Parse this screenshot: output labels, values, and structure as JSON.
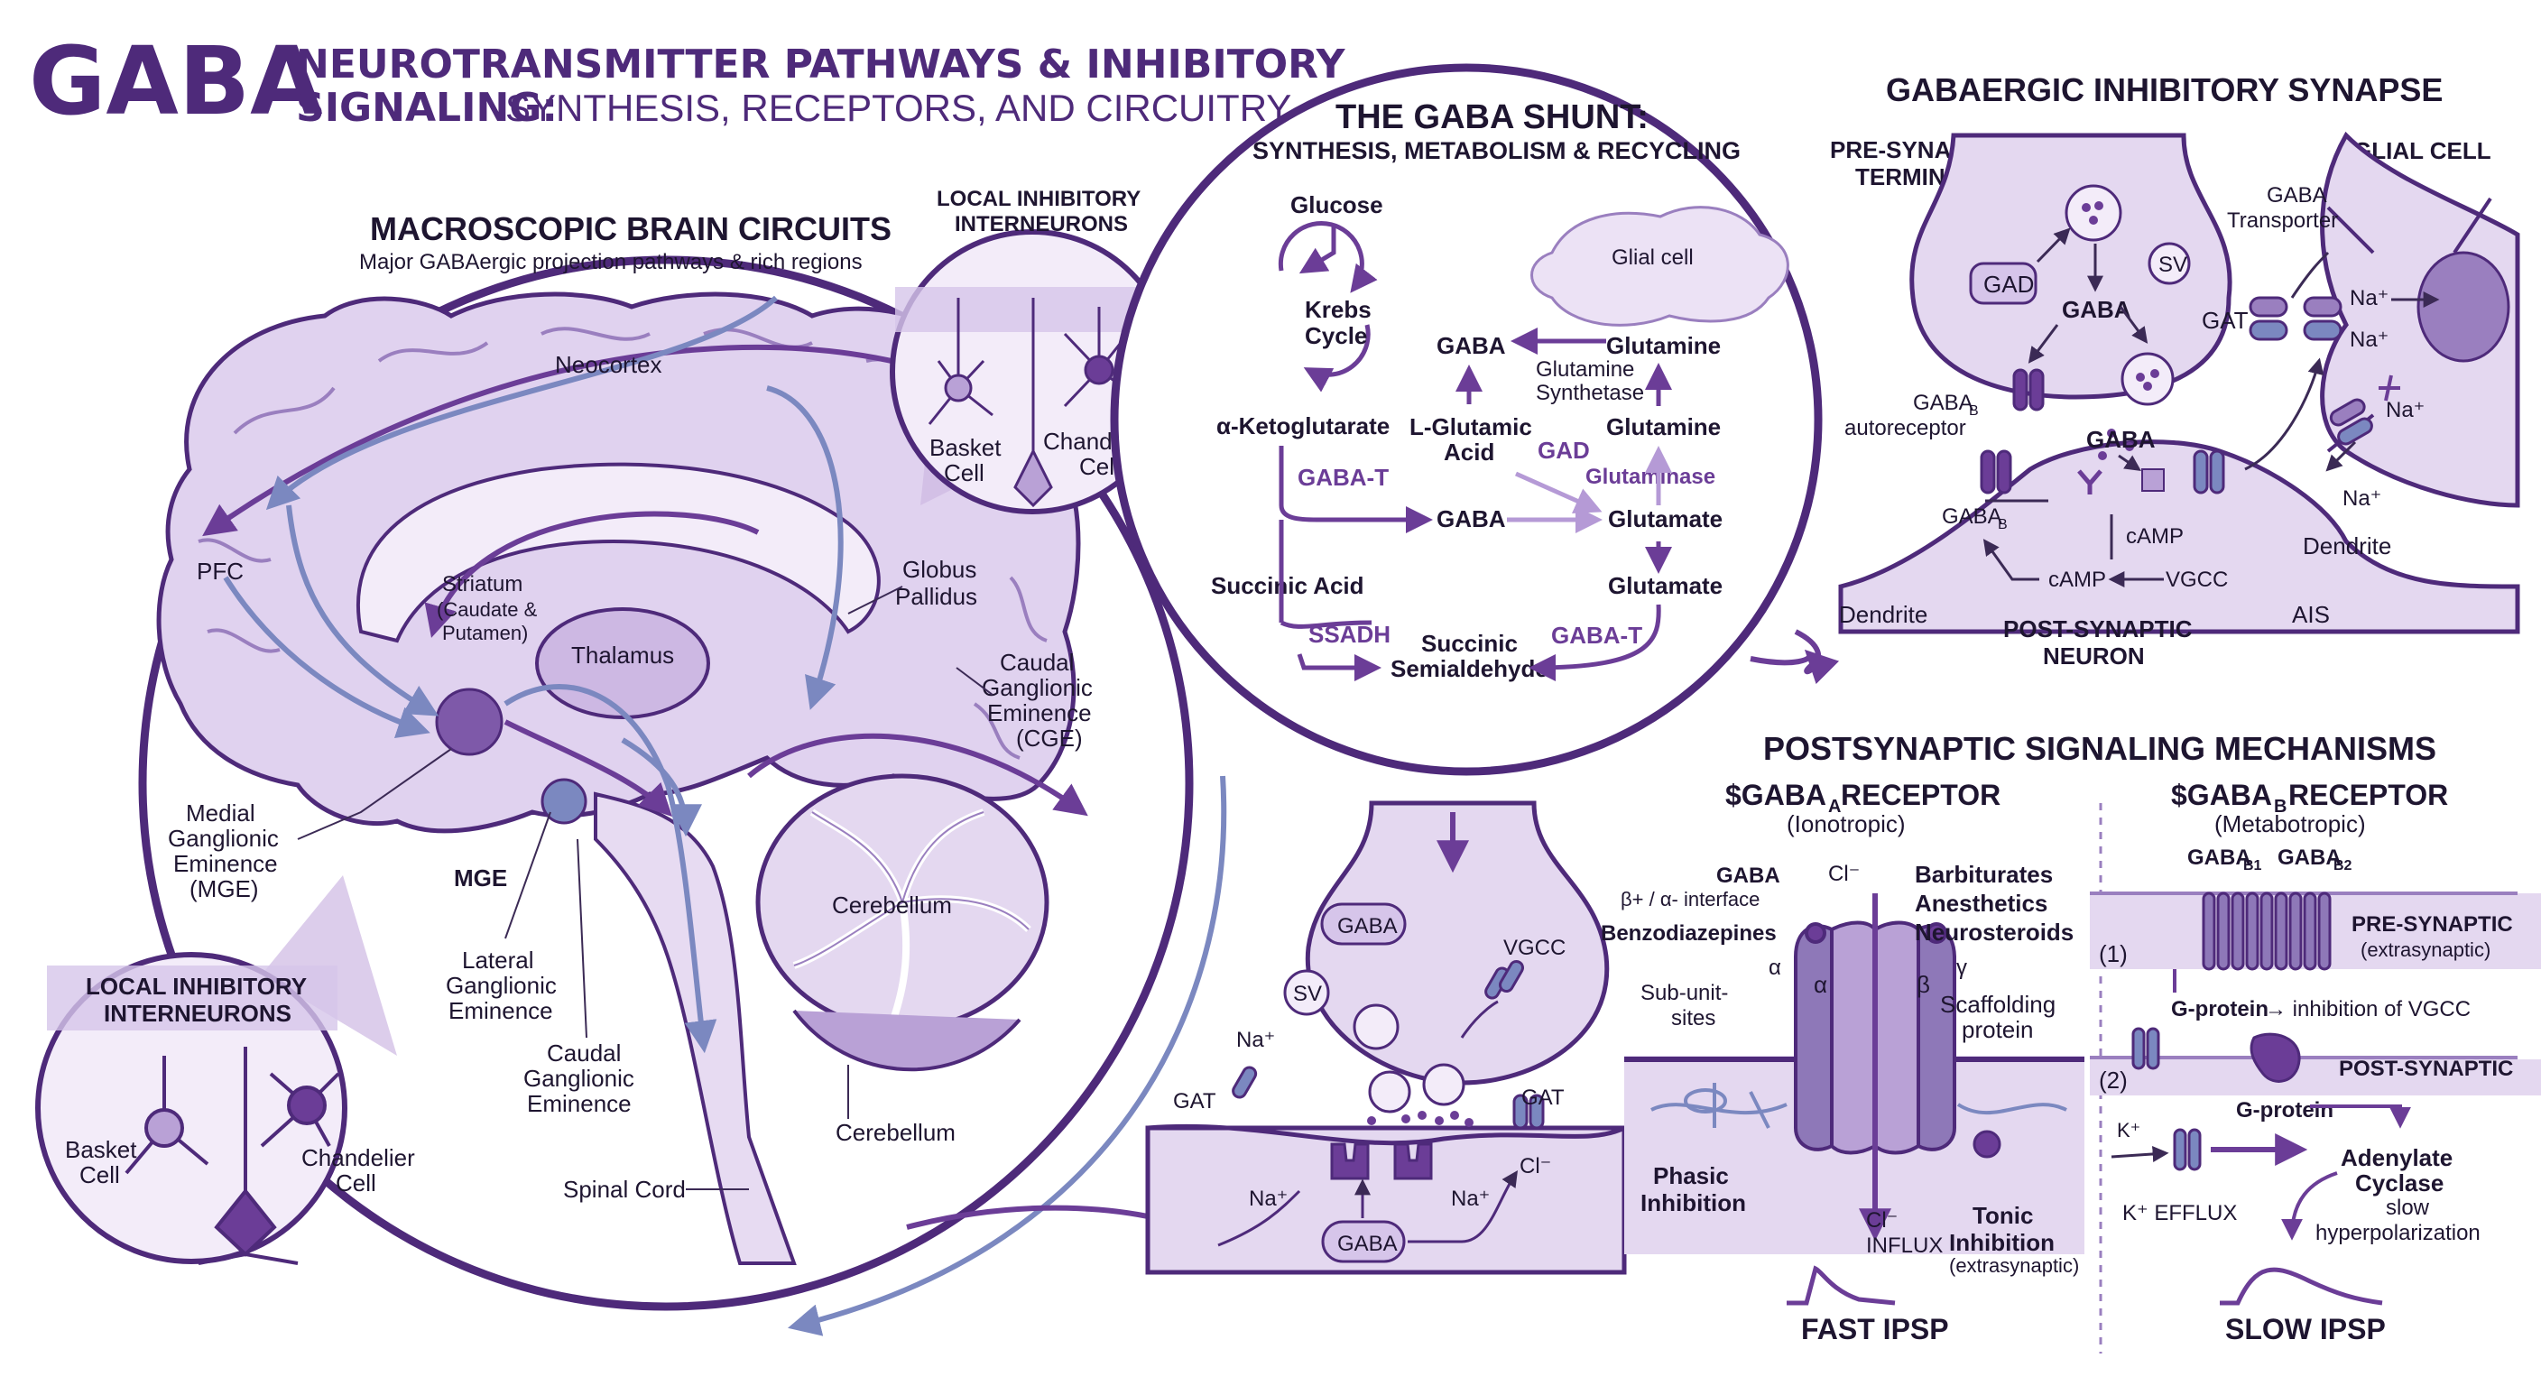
{
  "colors": {
    "accent": "#4e2a7a",
    "purple": "#6b3d97",
    "lavender": "#d9c9ea",
    "light": "#eee6f6",
    "blue_gray": "#7b88c0",
    "outline": "#3b2a55"
  },
  "title": {
    "big": "GABA",
    "line1": "NEUROTRANSMITTER PATHWAYS & INHIBITORY",
    "line2_bold": "SIGNALING:",
    "line2_rest": " SYNTHESIS, RECEPTORS, AND CIRCUITRY"
  },
  "brain": {
    "title": "MACROSCOPIC BRAIN CIRCUITS",
    "subtitle": "Major GABAergic projection pathways & rich regions",
    "labels": {
      "neocortex": "Neocortex",
      "pfc": "PFC",
      "striatum1": "Striatum",
      "striatum2": "(Caudate &",
      "striatum3": "Putamen)",
      "thalamus": "Thalamus",
      "globus1": "Globus",
      "globus2": "Pallidus",
      "caudal_r1": "Caudal",
      "caudal_r2": "Ganglionic",
      "caudal_r3": "Eminence",
      "caudal_r4": "(CGE)",
      "mge1": "Medial",
      "mge2": "Ganglionic",
      "mge3": "Eminence",
      "mge4": "(MGE)",
      "mge_short": "MGE",
      "lat1": "Lateral",
      "lat2": "Ganglionic",
      "lat3": "Eminence",
      "caud1": "Caudal",
      "caud2": "Ganglionic",
      "caud3": "Eminence",
      "cerebellum": "Cerebellum",
      "cerebellum2": "Cerebellum",
      "spinal": "Spinal Cord"
    }
  },
  "interneurons_top": {
    "title1": "LOCAL INHIBITORY",
    "title2": "INTERNEURONS",
    "basket1": "Basket",
    "basket2": "Cell",
    "chand1": "Chandelier",
    "chand2": "Cell"
  },
  "interneurons_bottom": {
    "title1": "LOCAL INHIBITORY",
    "title2": "INTERNEURONS",
    "basket1": "Basket",
    "basket2": "Cell",
    "chand1": "Chandelier",
    "chand2": "Cell"
  },
  "shunt": {
    "title": "THE GABA SHUNT:",
    "subtitle": "SYNTHESIS, METABOLISM & RECYCLING",
    "glucose": "Glucose",
    "krebs1": "Krebs",
    "krebs2": "Cycle",
    "alpha_kg": "α-Ketoglutarate",
    "gaba_t1": "GABA-T",
    "succinic_acid": "Succinic Acid",
    "ssadh": "SSADH",
    "succ1": "Succinic",
    "succ2": "Semialdehyde",
    "gaba_t2": "GABA-T",
    "glial": "Glial cell",
    "gaba_a": "GABA",
    "glutamine1": "Glutamine",
    "gs1": "Glutamine",
    "gs2": "Synthetase",
    "lglu1": "L-Glutamic",
    "lglu2": "Acid",
    "gad": "GAD",
    "glutamine2": "Glutamine",
    "glutaminase": "Glutaminase",
    "gaba_b": "GABA",
    "glutamate1": "Glutamate",
    "glutamate2": "Glutamate"
  },
  "synapse": {
    "title": "GABAERGIC INHIBITORY SYNAPSE",
    "pre1": "PRE-SYNAPTIC",
    "pre2": "TERMINAL",
    "glial": "GLIAL CELL",
    "gad": "GAD",
    "gaba": "GABA",
    "sv": "SV",
    "gaba_transporter1": "GABA",
    "gaba_transporter2": "Transporter",
    "gat": "GAT",
    "na1": "Na⁺",
    "na2": "Na⁺",
    "na3": "Na⁺",
    "na4": "Na⁺",
    "gabab_auto1": "GABA",
    "gabab_auto_sub": "B",
    "gabab_auto2": "autoreceptor",
    "gaba_cleft": "GABA",
    "gabab_post": "GABA",
    "gabab_post_sub": "B",
    "camp1": "cAMP",
    "camp2": "cAMP",
    "vgcc": "VGCC",
    "dendrite_r": "Dendrite",
    "dendrite_l": "Dendrite",
    "post1": "POST-SYNAPTIC",
    "post2": "NEURON",
    "ais": "AIS"
  },
  "mini_synapse": {
    "gaba_top": "GABA",
    "sv": "SV",
    "vgcc": "VGCC",
    "na_l": "Na⁺",
    "gat_l": "GAT",
    "gat_r": "GAT",
    "na_r": "Na⁺",
    "cl": "Cl⁻",
    "na_b": "Na⁺",
    "gaba_b": "GABA"
  },
  "postsyn": {
    "title": "POSTSYNAPTIC SIGNALING MECHANISMS",
    "gabaa_title": "$GABA",
    "gabaa_sub": "A",
    "gabaa_title2": " RECEPTOR",
    "gabaa_type": "(Ionotropic)",
    "gaba": "GABA",
    "cl_top": "Cl⁻",
    "interface": "β+ / α- interface",
    "benzo": "Benzodiazepines",
    "barb": "Barbiturates",
    "anest": "Anesthetics",
    "neuro": "Neurosteroids",
    "alpha1": "α",
    "alpha2": "α",
    "beta": "β",
    "gamma": "γ",
    "subunit1": "Sub-unit-",
    "subunit2": "sites",
    "scaff1": "Scaffolding",
    "scaff2": "protein",
    "phasic1": "Phasic",
    "phasic2": "Inhibition",
    "cl_influx1": "Cl⁻",
    "cl_influx2": "INFLUX",
    "tonic1": "Tonic",
    "tonic2": "Inhibition",
    "tonic3": "(extrasynaptic)",
    "fast": "FAST IPSP",
    "gabab_title": "$GABA",
    "gabab_sub": "B",
    "gabab_title2": " RECEPTOR",
    "gabab_type": "(Metabotropic)",
    "b1": "GABA",
    "b1_sub": "B1",
    "b2": "GABA",
    "b2_sub": "B2",
    "pre1": "PRE-SYNAPTIC",
    "pre2": "(extrasynaptic)",
    "num1": "(1)",
    "gprot1": "G-protein",
    "inhib_vgcc": " → inhibition of VGCC",
    "num2": "(2)",
    "post": "POST-SYNAPTIC",
    "gprot2": "G-protein",
    "kplus": "K⁺",
    "adeny1": "Adenylate",
    "adeny2": "Cyclase",
    "slow_h1": "slow",
    "slow_h2": "hyperpolarization",
    "k_efflux": "K⁺ EFFLUX",
    "slow": "SLOW IPSP"
  }
}
